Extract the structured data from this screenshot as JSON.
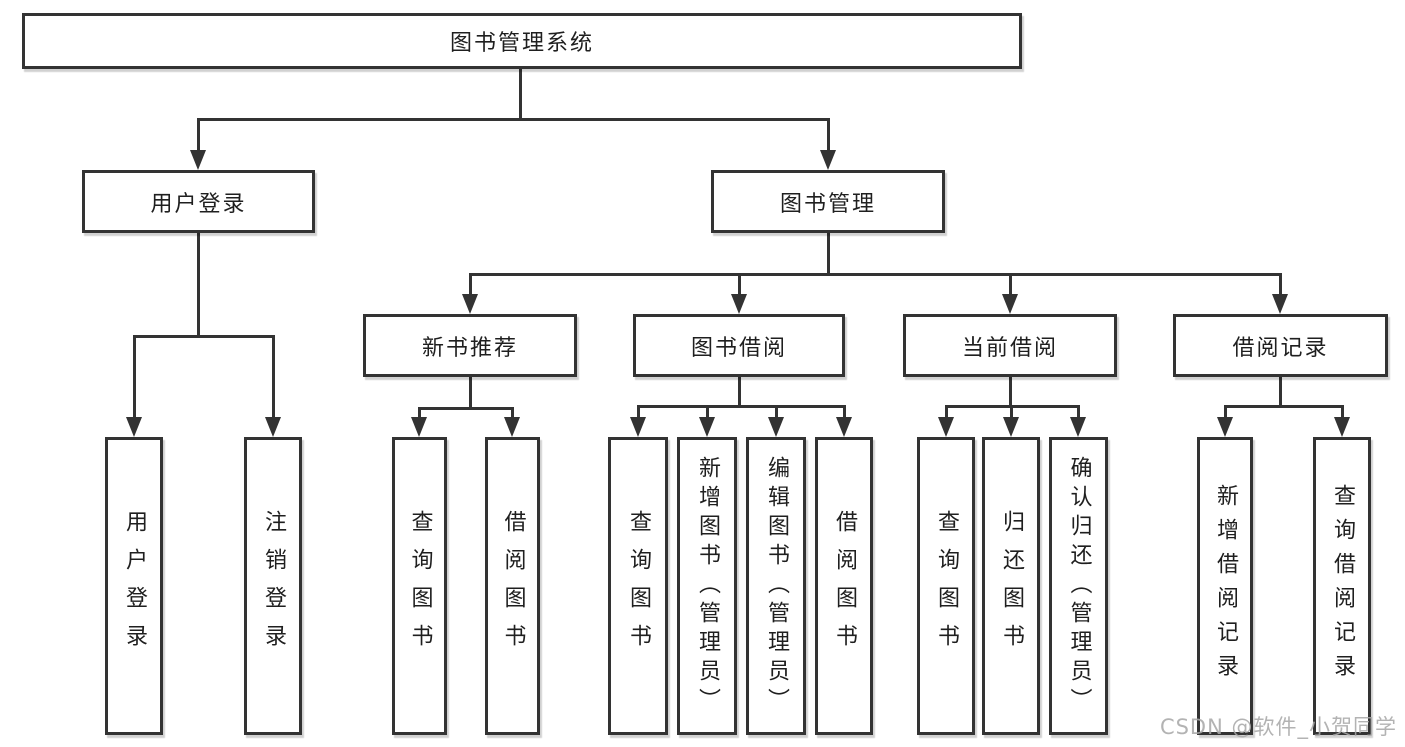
{
  "root": {
    "label": "图书管理系统"
  },
  "user_login": {
    "label": "用户登录",
    "children": [
      {
        "label": "用户登录"
      },
      {
        "label": "注销登录"
      }
    ]
  },
  "book_mgmt": {
    "label": "图书管理",
    "sections": [
      {
        "label": "新书推荐",
        "children": [
          {
            "label": "查询图书"
          },
          {
            "label": "借阅图书"
          }
        ]
      },
      {
        "label": "图书借阅",
        "children": [
          {
            "label": "查询图书"
          },
          {
            "label": "新增图书（管理员）"
          },
          {
            "label": "编辑图书（管理员）"
          },
          {
            "label": "借阅图书"
          }
        ]
      },
      {
        "label": "当前借阅",
        "children": [
          {
            "label": "查询图书"
          },
          {
            "label": "归还图书"
          },
          {
            "label": "确认归还（管理员）"
          }
        ]
      },
      {
        "label": "借阅记录",
        "children": [
          {
            "label": "新增借阅记录"
          },
          {
            "label": "查询借阅记录"
          }
        ]
      }
    ]
  },
  "watermark": "CSDN @软件_小贺同学",
  "colors": {
    "line": "#333333",
    "text": "#1f1f1f",
    "background": "#ffffff",
    "watermark": "#a8a8a8"
  }
}
